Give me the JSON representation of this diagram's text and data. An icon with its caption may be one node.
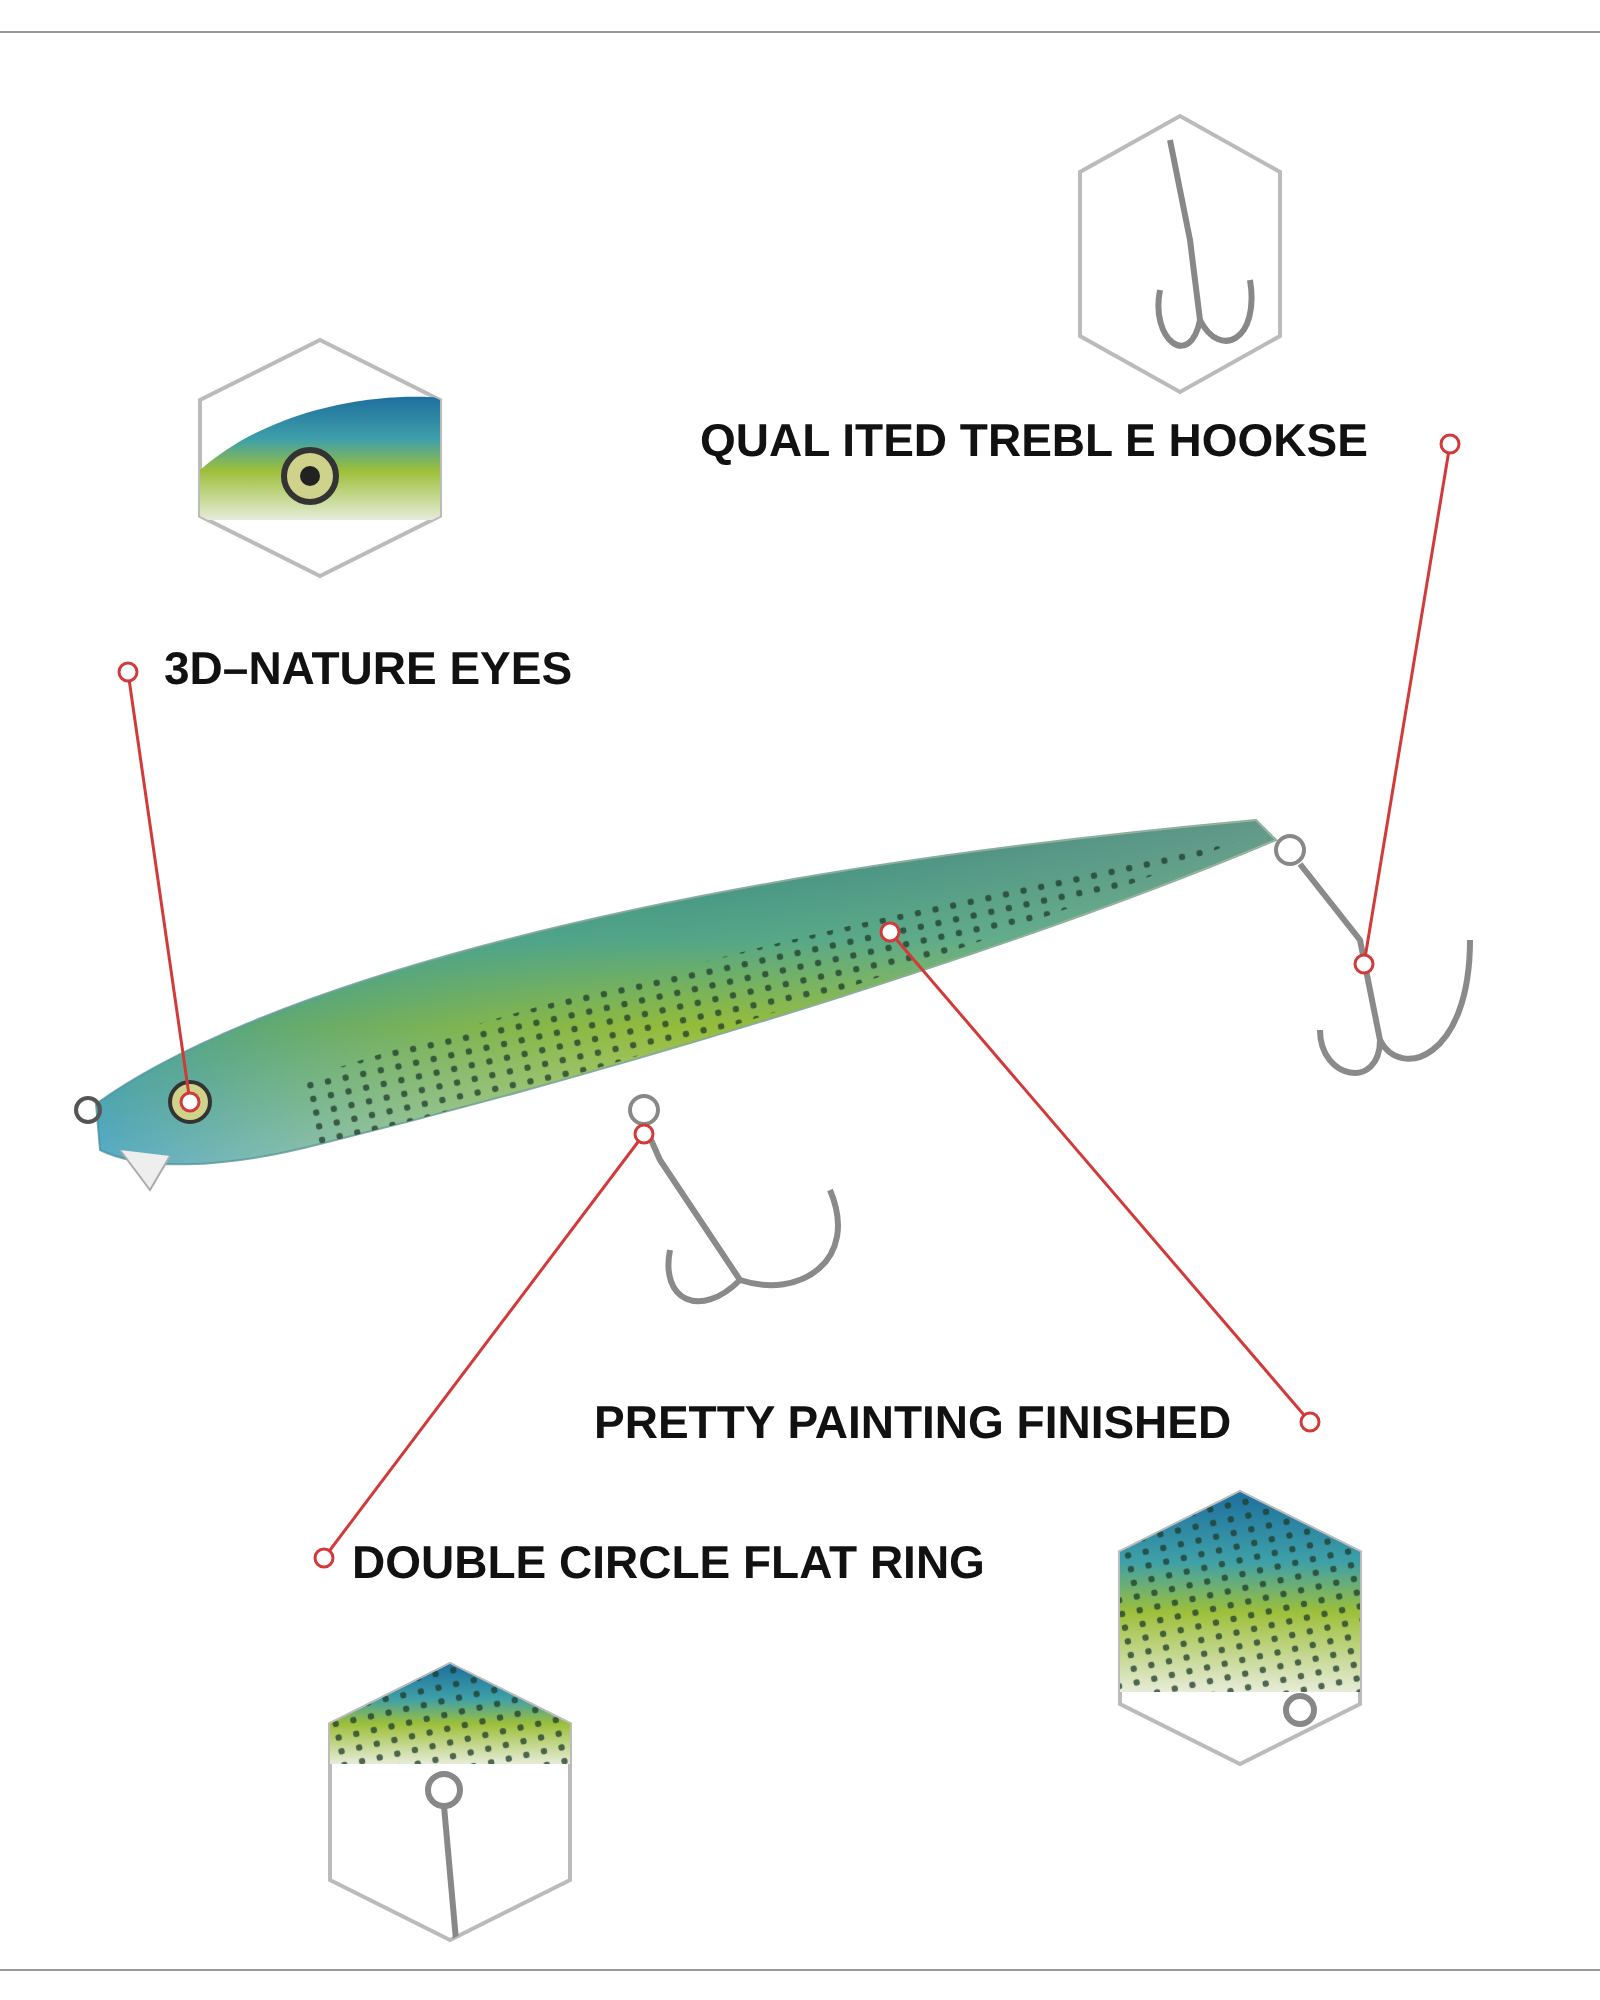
{
  "diagram": {
    "nodes": [
      {
        "text": [
          "QUAL ITED TREBL E HOOKSE"
        ]
      },
      {
        "text": [
          "3D–NATURE EYES"
        ]
      },
      {
        "text": [
          "PRETTY PAINTING FINISHED"
        ]
      },
      {
        "text": [
          "DOUBLE CIRCLE FLAT RING"
        ]
      }
    ],
    "edges": [
      {
        "from": 0,
        "to": null,
        "arrow": "other",
        "color": "#d23a3a"
      },
      {
        "from": 1,
        "to": null,
        "arrow": "other",
        "color": "#d23a3a"
      },
      {
        "from": 2,
        "to": null,
        "arrow": "other",
        "color": "#d23a3a"
      },
      {
        "from": 3,
        "to": null,
        "arrow": "other",
        "color": "#d23a3a"
      }
    ]
  }
}
